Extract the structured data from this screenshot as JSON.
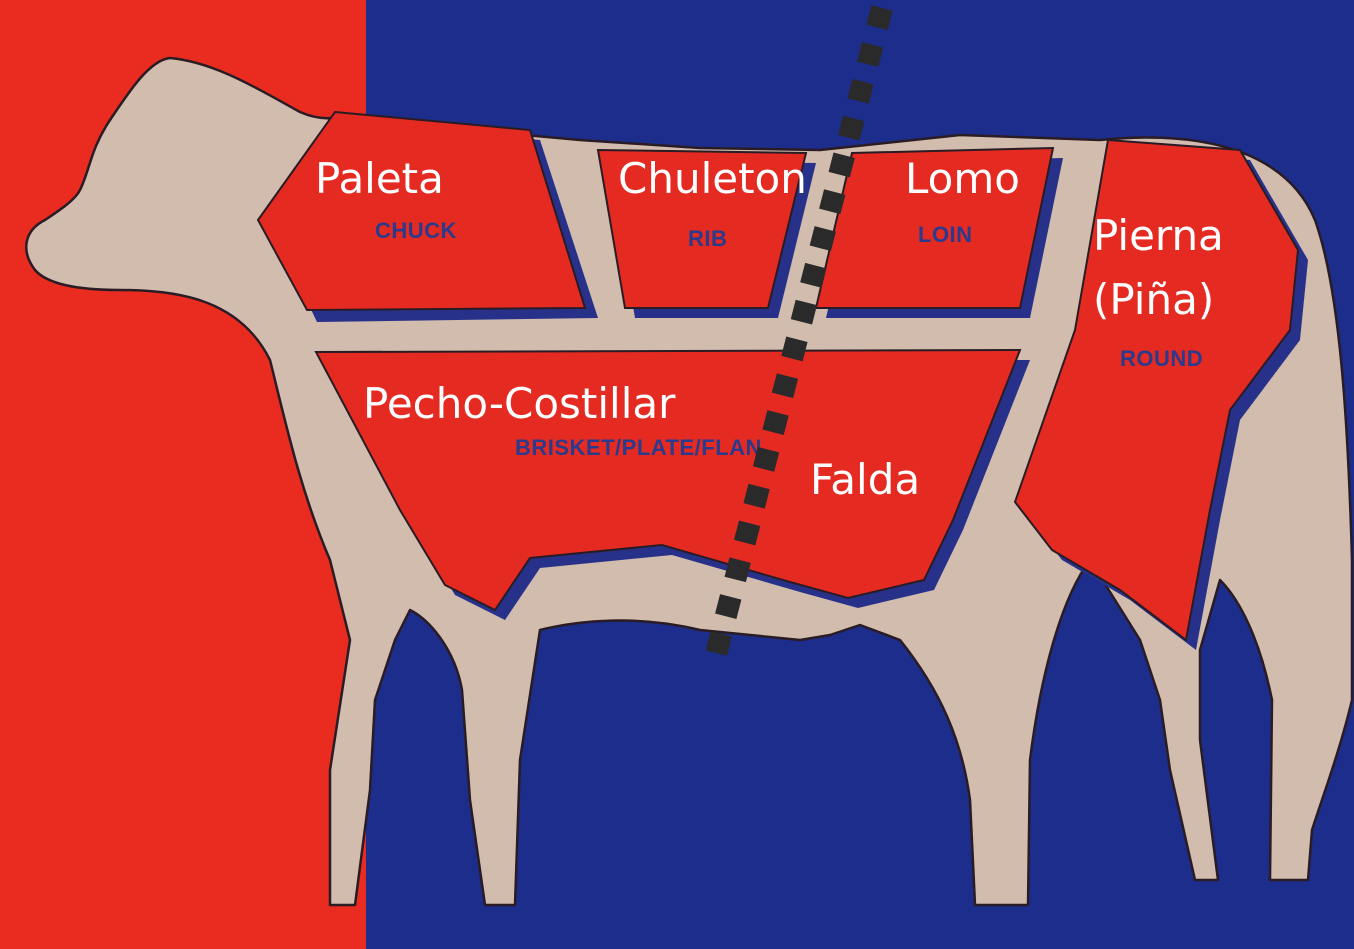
{
  "colors": {
    "left_panel": "#ea2b20",
    "right_panel": "#1d2d8c",
    "cow_body": "#d2bcae",
    "cut_fill": "#e52a22",
    "cut_shadow": "#27318a",
    "outline": "#2a1c24",
    "divider": "#2a2a2a",
    "label_spanish": "#ffffff",
    "label_english": "#2a3a8c"
  },
  "cuts": {
    "chuck": {
      "spanish": "Paleta",
      "english": "CHUCK"
    },
    "rib": {
      "spanish": "Chuleton",
      "english": "RIB"
    },
    "loin": {
      "spanish": "Lomo",
      "english": "LOIN"
    },
    "round": {
      "spanish_line1": "Pierna",
      "spanish_line2": "(Piña)",
      "english": "ROUND"
    },
    "brisket": {
      "spanish": "Pecho-Costillar",
      "english": "BRISKET/PLATE/FLANK"
    },
    "flank": {
      "spanish": "Falda"
    }
  },
  "divider_style": "dashed"
}
